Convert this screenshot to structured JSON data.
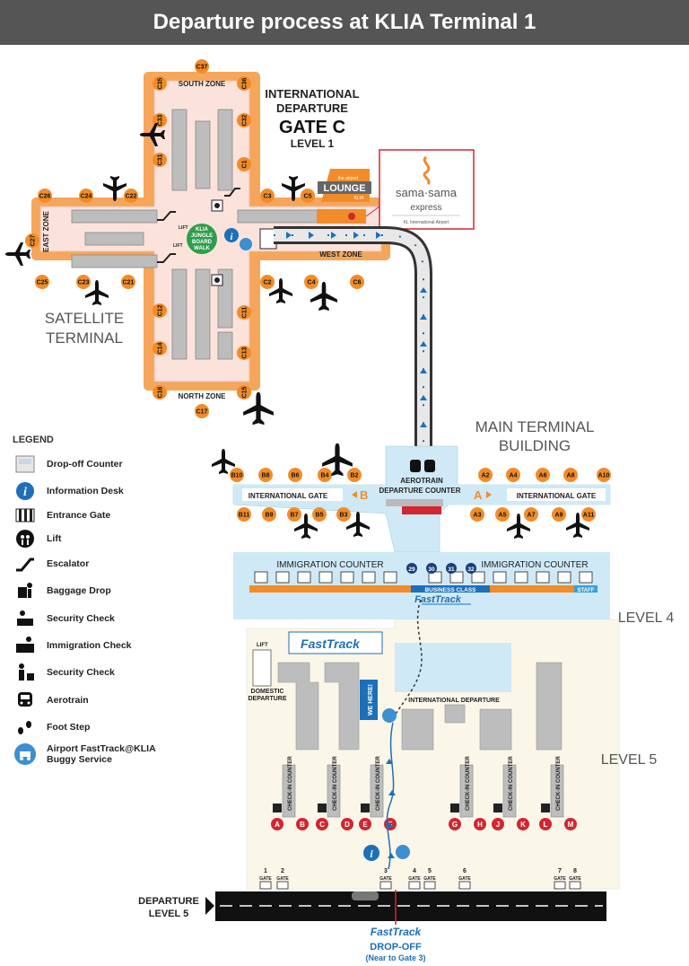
{
  "title": "Departure process at KLIA Terminal 1",
  "satellite": {
    "zones": {
      "south": "SOUTH ZONE",
      "north": "NORTH ZONE",
      "east": "EAST ZONE",
      "west": "WEST ZONE"
    },
    "heading_line1": "INTERNATIONAL",
    "heading_line2": "DEPARTURE",
    "gate_title": "GATE C",
    "level": "LEVEL 1",
    "name_line1": "SATELLITE",
    "name_line2": "TERMINAL",
    "jungle_line1": "KLIA",
    "jungle_line2": "JUNGLE",
    "jungle_line3": "BOARD",
    "jungle_line4": "WALK",
    "lift": "LIFT",
    "gates": [
      "C37",
      "C35",
      "C36",
      "C33",
      "C32",
      "C31",
      "C1",
      "C26",
      "C24",
      "C22",
      "C3",
      "C5",
      "C27",
      "C25",
      "C23",
      "C21",
      "C2",
      "C4",
      "C6",
      "C12",
      "C11",
      "C14",
      "C13",
      "C16",
      "C15",
      "C17"
    ]
  },
  "lounge": {
    "small": "the airport",
    "name": "LOUNGE",
    "sub": "KLIA"
  },
  "samasama": {
    "name": "sama·sama",
    "express": "express",
    "sub": "KL International Airport"
  },
  "main": {
    "name_line1": "MAIN TERMINAL",
    "name_line2": "BUILDING",
    "aerotrain": "AEROTRAIN",
    "departure_counter": "DEPARTURE COUNTER",
    "intl_gate_left": "INTERNATIONAL GATE",
    "intl_gate_right": "INTERNATIONAL GATE",
    "b_label": "B",
    "a_label": "A",
    "gates_b_top": [
      "B10",
      "B8",
      "B6",
      "B4",
      "B2"
    ],
    "gates_b_bottom": [
      "B11",
      "B9",
      "B7",
      "B5",
      "B3"
    ],
    "gates_a_top": [
      "A2",
      "A4",
      "A6",
      "A8",
      "A10"
    ],
    "gates_a_bottom": [
      "A3",
      "A5",
      "A7",
      "A9",
      "A11"
    ]
  },
  "level4": {
    "label": "LEVEL 4",
    "immigration_left": "IMMIGRATION COUNTER",
    "immigration_right": "IMMIGRATION COUNTER",
    "business_class": "BUSINESS CLASS",
    "staff": "STAFF",
    "fasttrack": "FastTrack",
    "counters": [
      "29",
      "30",
      "31",
      "32"
    ]
  },
  "level5": {
    "label": "LEVEL 5",
    "fasttrack": "FastTrack",
    "we_here": "WE HERE!",
    "domestic_line1": "DOMESTIC",
    "domestic_line2": "DEPARTURE",
    "international_departure": "INTERNATIONAL DEPARTURE",
    "lift": "LIFT",
    "checkin": "CHECK-IN COUNTER",
    "rows": [
      "A",
      "B",
      "C",
      "D",
      "E",
      "F",
      "G",
      "H",
      "J",
      "K",
      "L",
      "M"
    ],
    "gate_numbers": [
      "1",
      "2",
      "3",
      "4",
      "5",
      "6",
      "7",
      "8"
    ],
    "gate_word": "GATE"
  },
  "road": {
    "label_line1": "DEPARTURE",
    "label_line2": "LEVEL 5",
    "fasttrack": "FastTrack",
    "dropoff": "DROP-OFF",
    "dropoff_note": "(Near to Gate 3)"
  },
  "legend": {
    "title": "LEGEND",
    "items": [
      {
        "icon": "drop-off-counter-icon",
        "label": "Drop-off Counter"
      },
      {
        "icon": "information-desk-icon",
        "label": "Information Desk"
      },
      {
        "icon": "entrance-gate-icon",
        "label": "Entrance Gate"
      },
      {
        "icon": "lift-icon",
        "label": "Lift"
      },
      {
        "icon": "escalator-icon",
        "label": "Escalator"
      },
      {
        "icon": "baggage-drop-icon",
        "label": "Baggage Drop"
      },
      {
        "icon": "security-check-icon",
        "label": "Security Check"
      },
      {
        "icon": "immigration-check-icon",
        "label": "Immigration Check"
      },
      {
        "icon": "security-check-2-icon",
        "label": "Security Check"
      },
      {
        "icon": "aerotrain-icon",
        "label": "Aerotrain"
      },
      {
        "icon": "foot-step-icon",
        "label": "Foot Step"
      },
      {
        "icon": "buggy-service-icon",
        "label": "Airport FastTrack@KLIA Buggy Service"
      }
    ]
  },
  "colors": {
    "orange": "#f28c28",
    "blue": "#1e6fb8",
    "red": "#d22630",
    "green": "#2e9e4a",
    "pink": "#fbe3dc",
    "lightblue": "#cfe9f7",
    "cream": "#faf6e8"
  }
}
